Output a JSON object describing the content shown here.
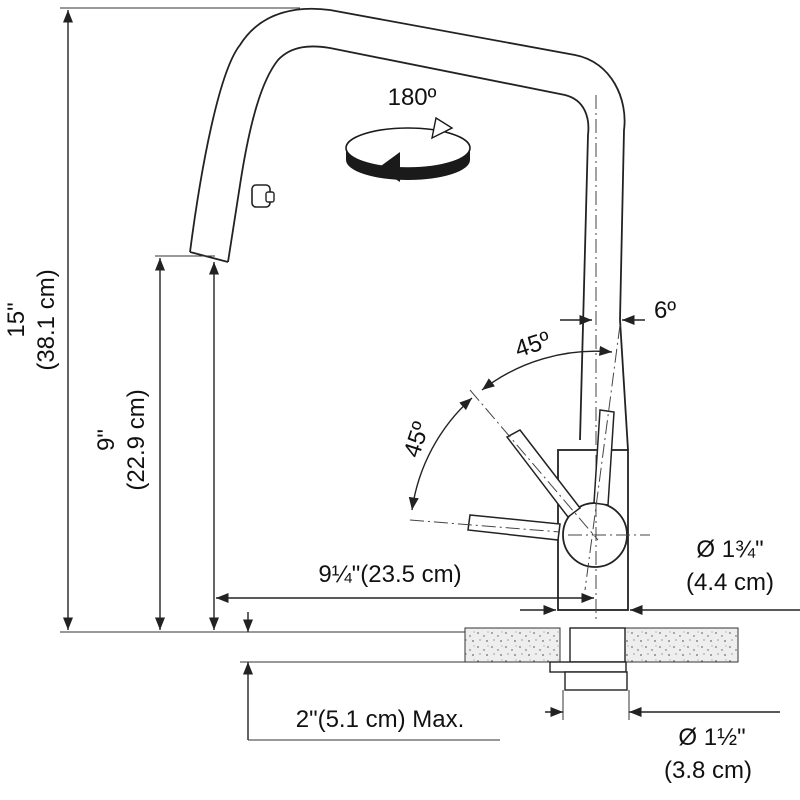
{
  "labels": {
    "total_height_in": "15\"",
    "total_height_cm": "(38.1 cm)",
    "spout_height_in": "9\"",
    "spout_height_cm": "(22.9 cm)",
    "reach": "9¼\"(23.5 cm)",
    "base_diameter_in": "Ø 1¾\"",
    "base_diameter_cm": "(4.4 cm)",
    "shank_diameter_in": "Ø 1½\"",
    "shank_diameter_cm": "(3.8 cm)",
    "deck_thickness": "2\"(5.1 cm) Max.",
    "rotation": "180º",
    "handle_angle_upper": "45º",
    "handle_angle_lower": "45º",
    "handle_angle_small": "6º"
  },
  "colors": {
    "line": "#222222",
    "countertop": "#e6e6e6",
    "rotation_arrow": "#1a1a1a"
  }
}
